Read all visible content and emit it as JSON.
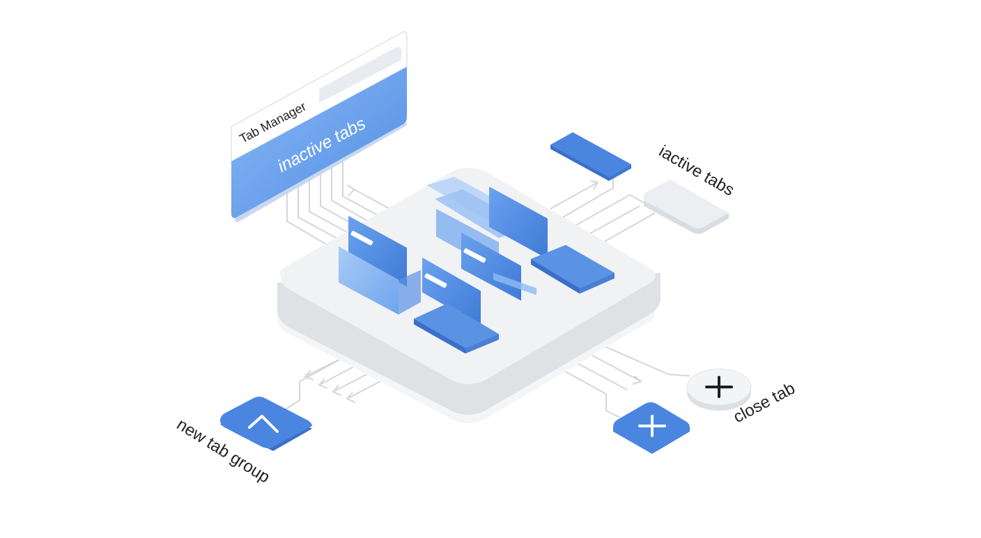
{
  "panel": {
    "title": "Tab Manager",
    "subtitle": "inactive tabs"
  },
  "labels": {
    "inactive_tabs": "iactive tabs",
    "close_tab": "close tab",
    "new_tab_group": "new tab group"
  },
  "icons": {
    "new_tab_group": "chevron-up-icon",
    "close_tab_light": "close-x-icon",
    "close_tab_blue": "plus-icon"
  },
  "colors": {
    "blue": "#4a86e0",
    "blue_light": "#7fb0f2",
    "blue_dark": "#3a70c8",
    "platform": "#f1f2f4",
    "platform_side": "#dfe1e4",
    "line": "#d6d9dd",
    "text": "#222222"
  }
}
